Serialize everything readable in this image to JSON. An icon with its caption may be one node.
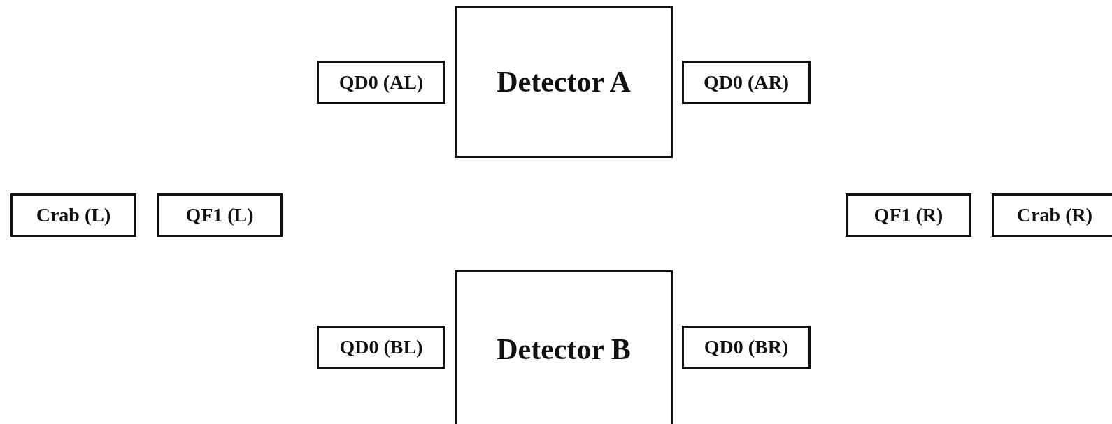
{
  "diagram": {
    "nodes": [
      {
        "text": [
          "Detector A"
        ]
      },
      {
        "text": [
          "QD0 (AL)"
        ]
      },
      {
        "text": [
          "QD0 (AR)"
        ]
      },
      {
        "text": [
          "Crab (L)"
        ]
      },
      {
        "text": [
          "QF1 (L)"
        ]
      },
      {
        "text": [
          "QF1 (R)"
        ]
      },
      {
        "text": [
          "Crab (R)"
        ]
      },
      {
        "text": [
          "Detector B"
        ]
      },
      {
        "text": [
          "QD0 (BL)"
        ]
      },
      {
        "text": [
          "QD0 (BR)"
        ]
      }
    ]
  }
}
